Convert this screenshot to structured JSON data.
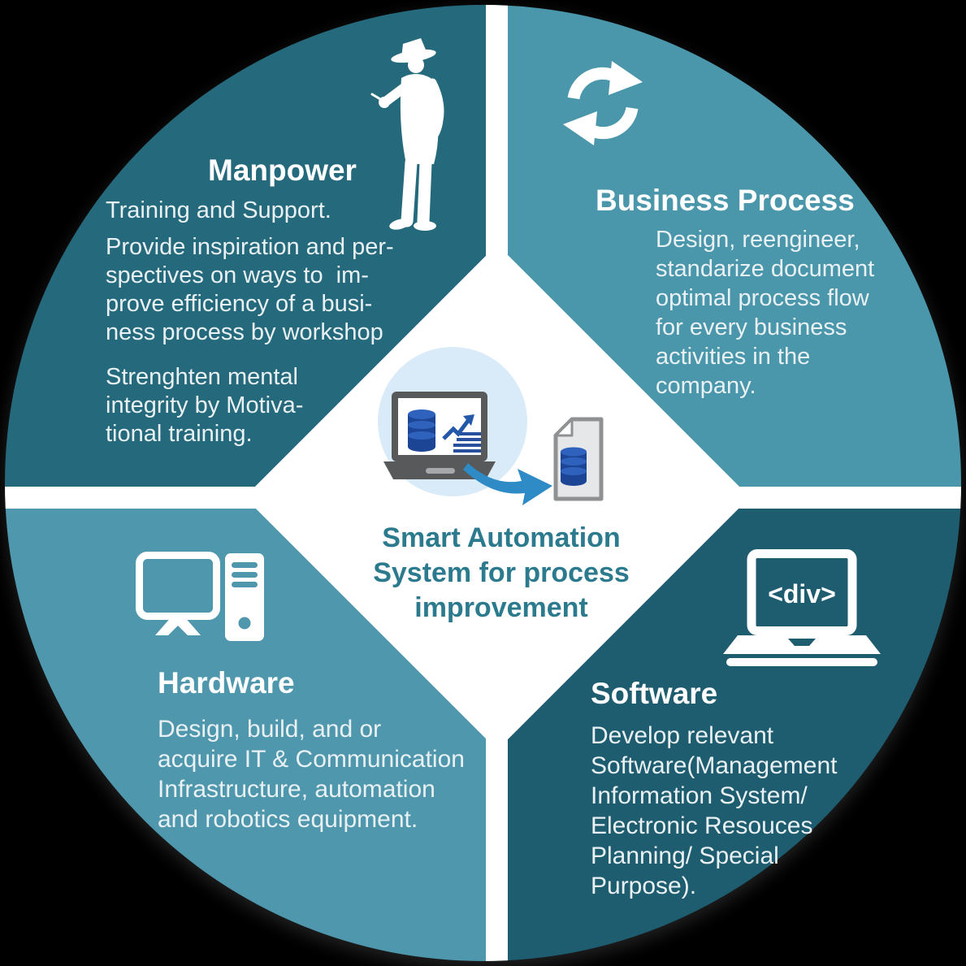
{
  "colors": {
    "background": "#000000",
    "quadrant_manpower": "#256a7c",
    "quadrant_business_process": "#4a96ab",
    "quadrant_hardware": "#4f97ad",
    "quadrant_software": "#1e5c6f",
    "divider_white": "#ffffff",
    "title_text": "#ffffff",
    "body_text": "#e9f1f4",
    "center_text": "#2c7a8e",
    "icon_database_dark_blue": "#1d4596",
    "icon_database_light_blue": "#2f62bd",
    "icon_arrow_blue": "#2e8bc5",
    "icon_laptop_gray": "#58595b",
    "icon_document_fill": "#e6e7e8",
    "icon_document_border": "#8f9193",
    "icon_halo_blue": "#d9ebf8"
  },
  "center": {
    "caption": "Smart Automation\nSystem for process\nimprovement",
    "icon": "laptop-database-to-document-icon"
  },
  "quadrants": {
    "manpower": {
      "title": "Manpower",
      "icon": "man-silhouette-icon",
      "lead": "Training and Support.",
      "body1": "Provide inspiration and per-\nspectives on ways to  im-\nprove efficiency of a busi-\nness process by workshop",
      "body2": "Strenghten mental\nintegrity by Motiva-\ntional training."
    },
    "business_process": {
      "title": "Business Process",
      "icon": "sync-arrows-icon",
      "body": "Design, reengineer,\nstandarize document\noptimal process flow\nfor every business\nactivities in the\ncompany."
    },
    "hardware": {
      "title": "Hardware",
      "icon": "desktop-computer-icon",
      "body": "Design, build, and or\nacquire IT & Communication\nInfrastructure, automation\nand robotics equipment."
    },
    "software": {
      "title": "Software",
      "icon": "laptop-code-icon",
      "screen_code": "<div>",
      "body": "Develop relevant\nSoftware(Management\nInformation System/\nElectronic Resouces\nPlanning/ Special\nPurpose)."
    }
  }
}
